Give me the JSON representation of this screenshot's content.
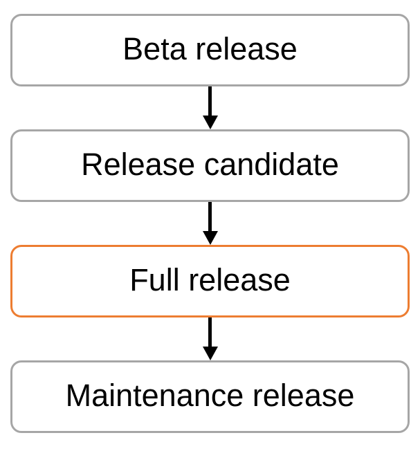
{
  "diagram": {
    "type": "flowchart",
    "direction": "top-down",
    "background_color": "#FFFFFF",
    "text_color": "#000000",
    "connector_color": "#000000",
    "default_border_color": "#A6A6A6",
    "highlight_border_color": "#ED7D31",
    "nodes": [
      {
        "label": "Beta release",
        "border_color": "#A6A6A6",
        "highlighted": false
      },
      {
        "label": "Release candidate",
        "border_color": "#A6A6A6",
        "highlighted": false
      },
      {
        "label": "Full release",
        "border_color": "#ED7D31",
        "highlighted": true
      },
      {
        "label": "Maintenance release",
        "border_color": "#A6A6A6",
        "highlighted": false
      }
    ],
    "connections": [
      {
        "from": "Beta release",
        "to": "Release candidate",
        "style": "arrow-down"
      },
      {
        "from": "Release candidate",
        "to": "Full release",
        "style": "arrow-down"
      },
      {
        "from": "Full release",
        "to": "Maintenance release",
        "style": "arrow-down"
      }
    ]
  }
}
